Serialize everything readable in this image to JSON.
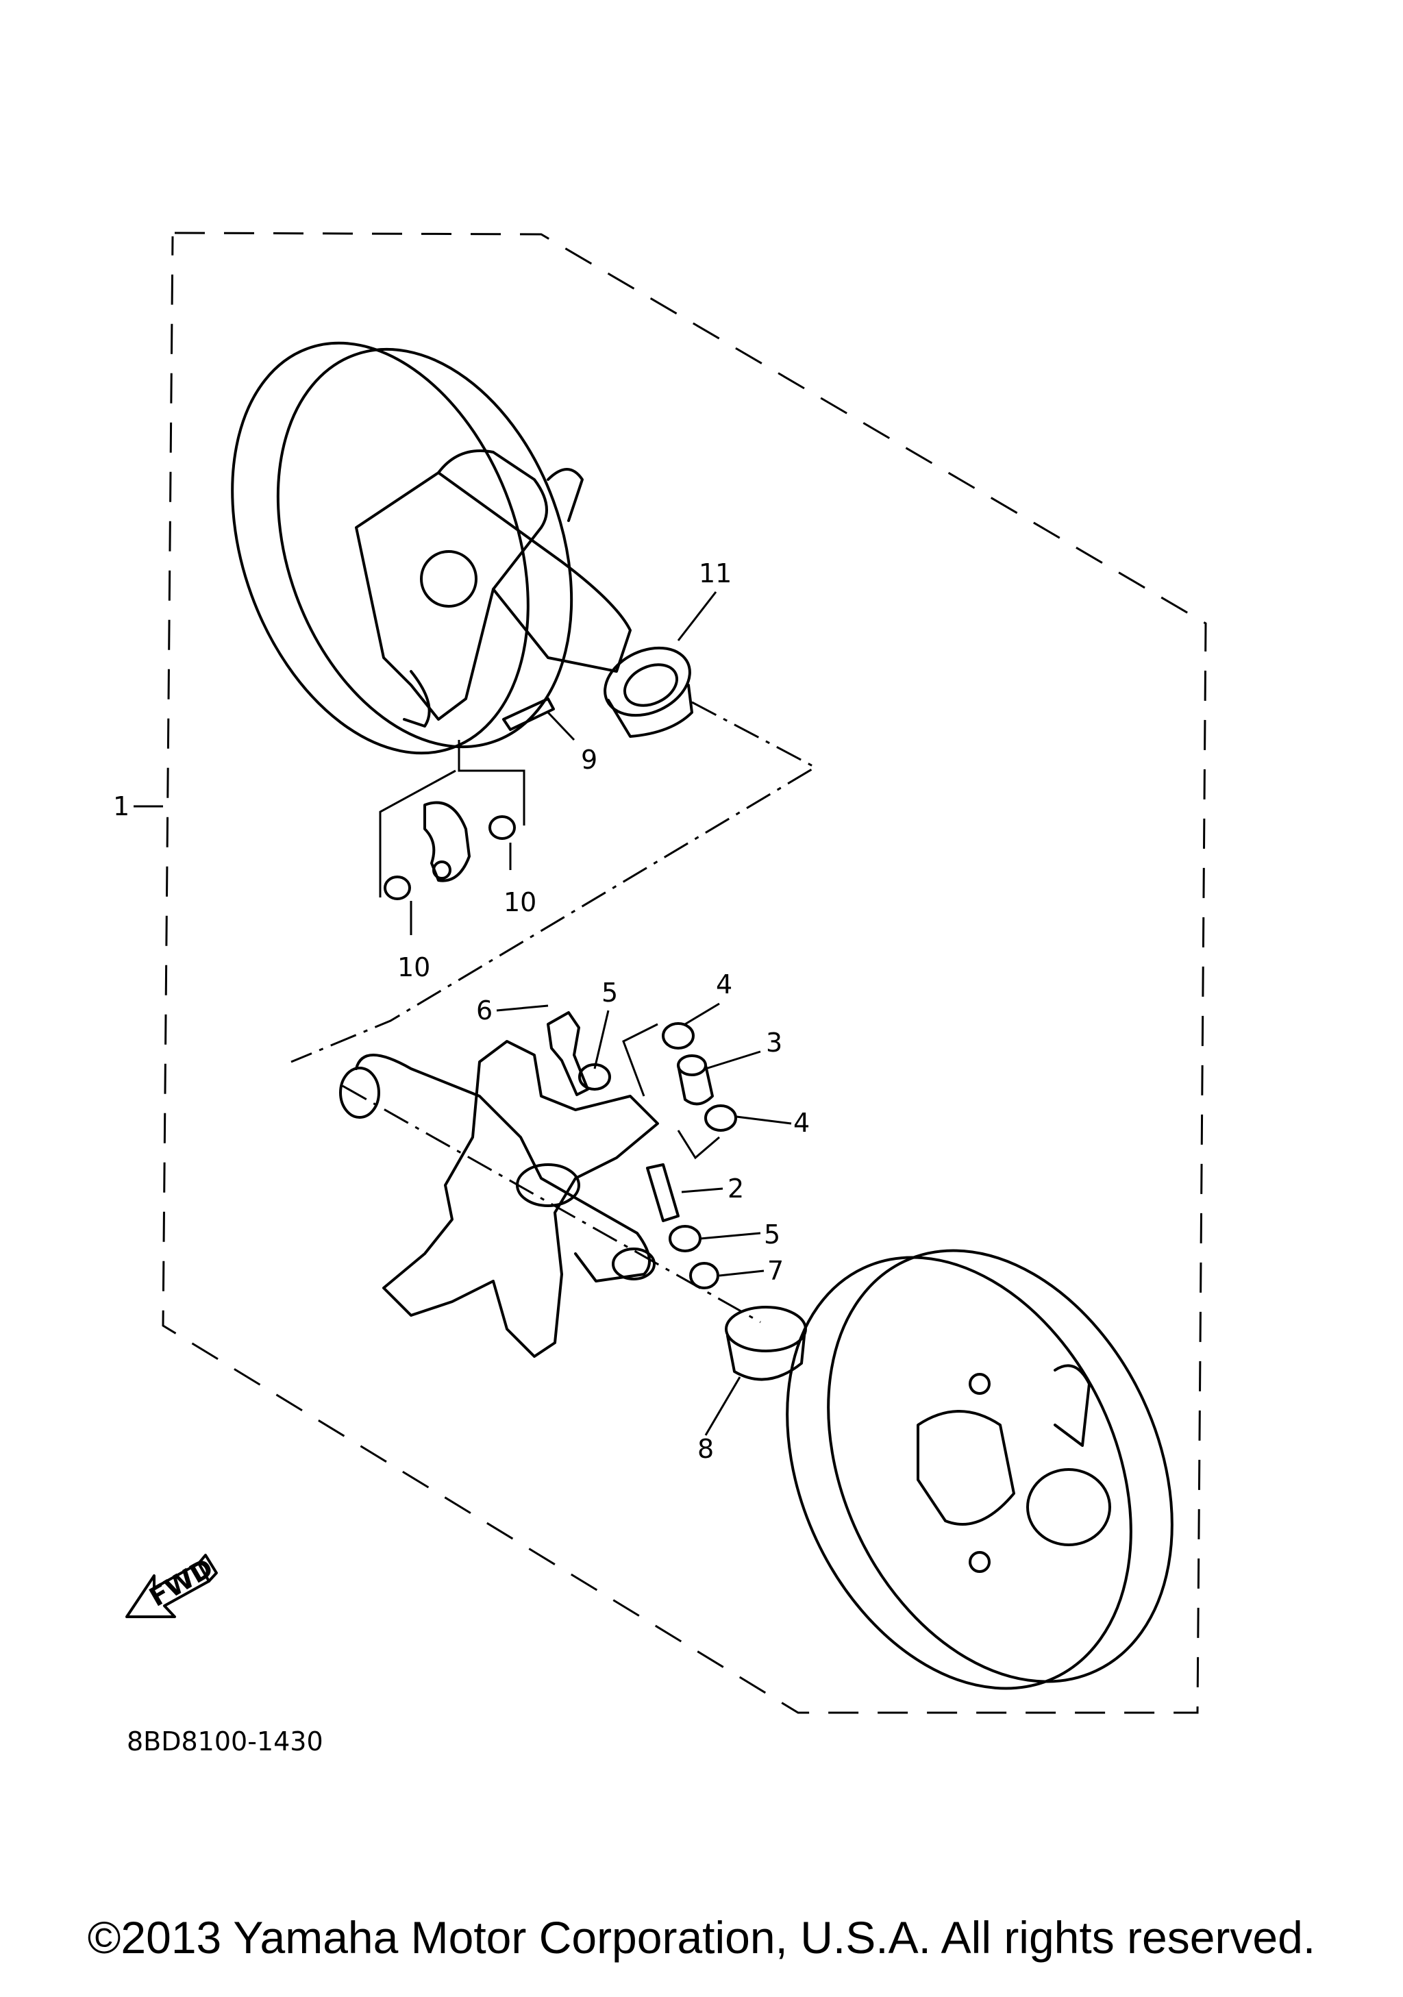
{
  "diagram": {
    "callouts": {
      "c1": "1",
      "c2": "2",
      "c3": "3",
      "c4a": "4",
      "c4b": "4",
      "c5a": "5",
      "c5b": "5",
      "c6": "6",
      "c7": "7",
      "c8": "8",
      "c9": "9",
      "c10a": "10",
      "c10b": "10",
      "c11": "11"
    },
    "fwd_label": "FWD",
    "part_code": "8BD8100-1430"
  },
  "footer": {
    "copyright": "©2013 Yamaha Motor Corporation, U.S.A. All rights reserved."
  }
}
